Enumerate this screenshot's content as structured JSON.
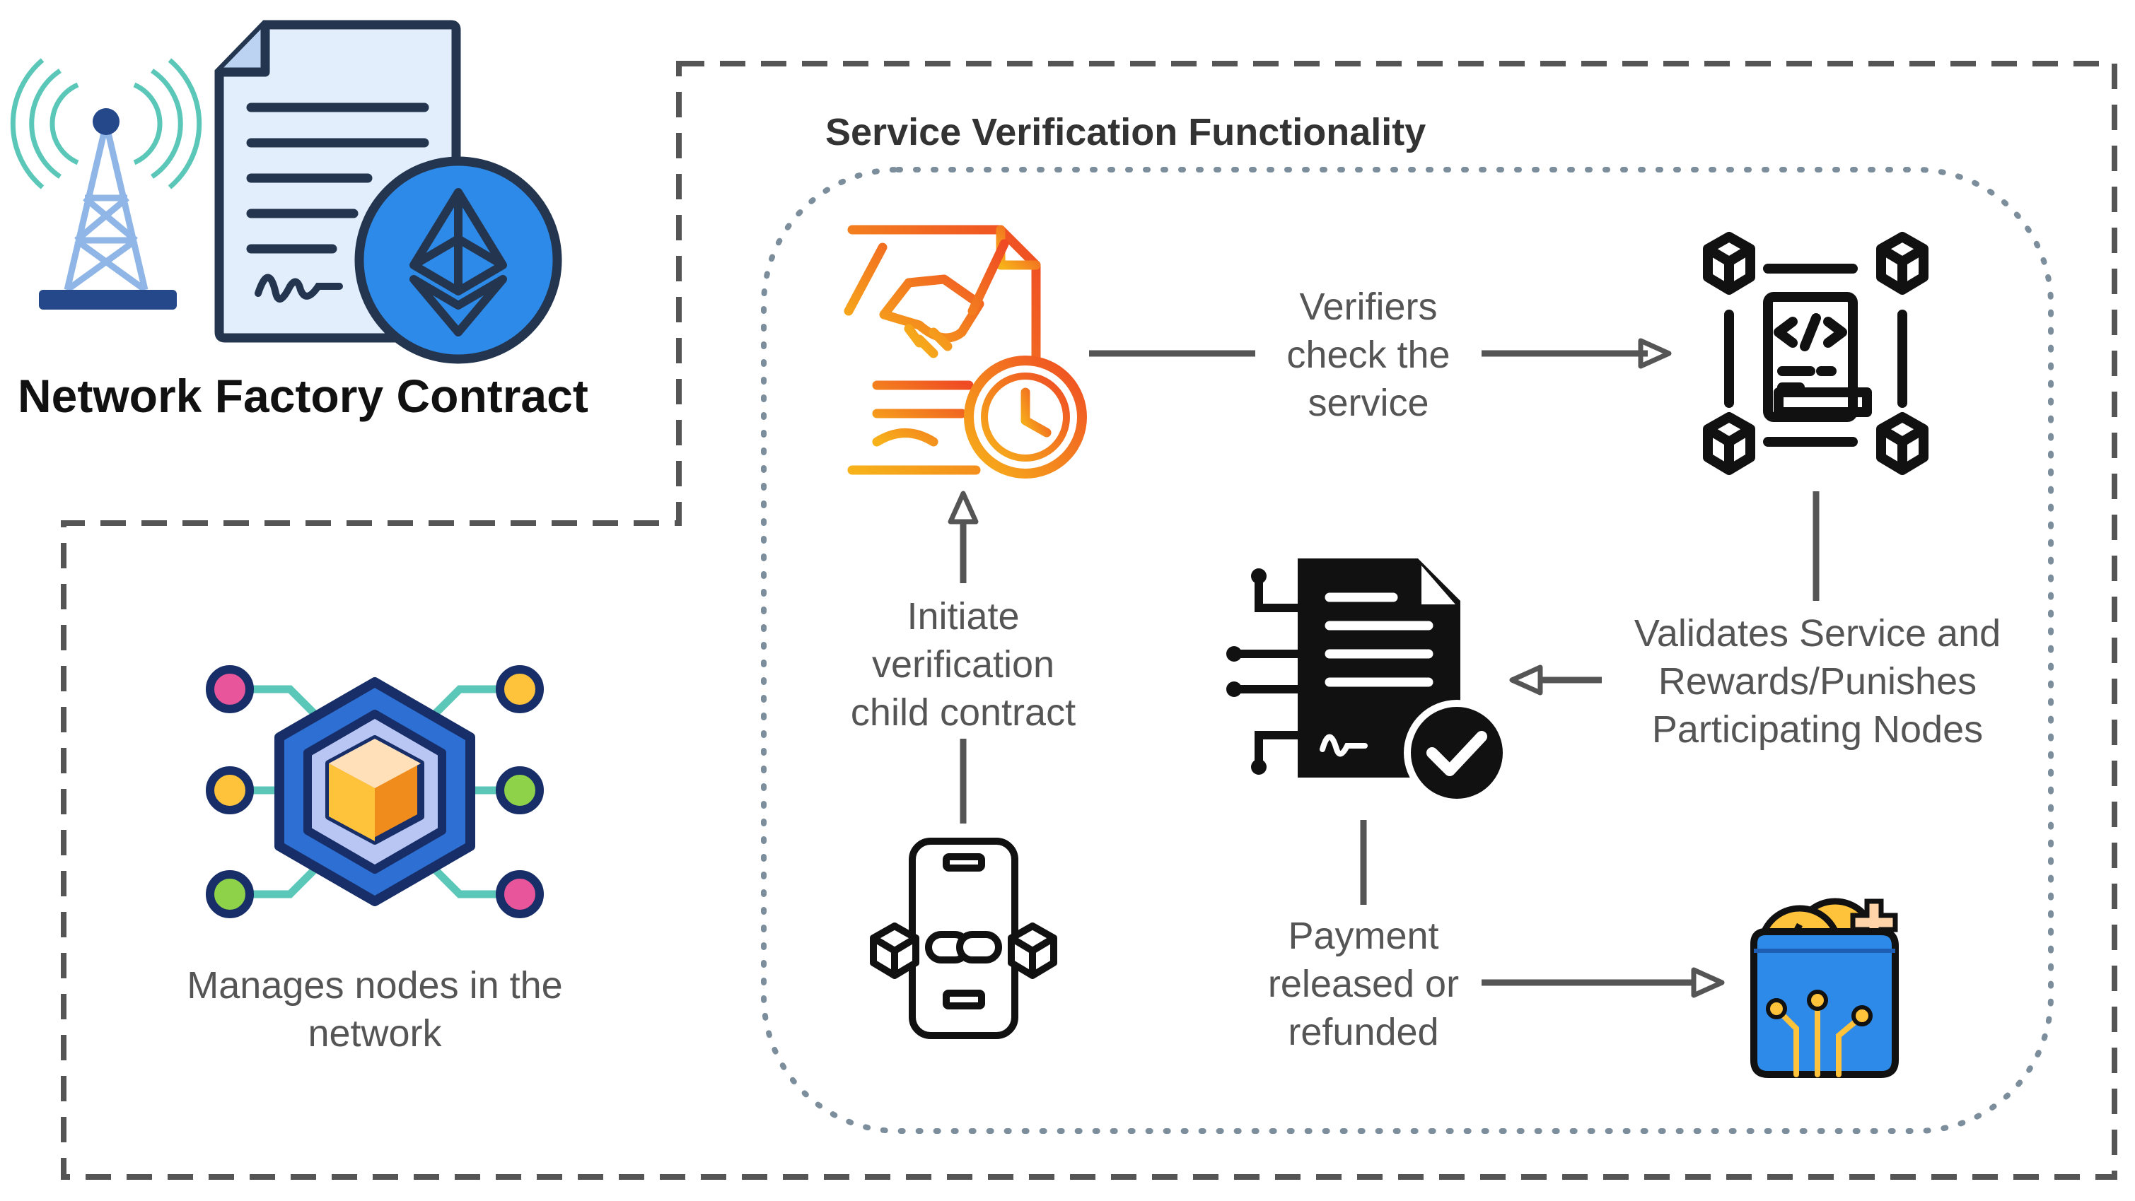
{
  "factory": {
    "title": "Network Factory Contract"
  },
  "section": {
    "title": "Service Verification Functionality"
  },
  "manages": {
    "lines": [
      "Manages nodes in the",
      "network"
    ]
  },
  "verifiers": {
    "lines": [
      "Verifiers",
      "check the",
      "service"
    ]
  },
  "initiate": {
    "lines": [
      "Initiate",
      "verification",
      "child contract"
    ]
  },
  "validates": {
    "lines": [
      "Validates Service and",
      "Rewards/Punishes",
      "Participating Nodes"
    ]
  },
  "payment": {
    "lines": [
      "Payment",
      "released or",
      "refunded"
    ]
  },
  "colors": {
    "dash_outer": "#555555",
    "dotted_inner": "#7c8e9c",
    "arrow": "#555555",
    "eth_blue": "#2d8ae8",
    "tower_teal": "#5bc7b8",
    "navy": "#24488a",
    "orange": "#f08c1c"
  }
}
